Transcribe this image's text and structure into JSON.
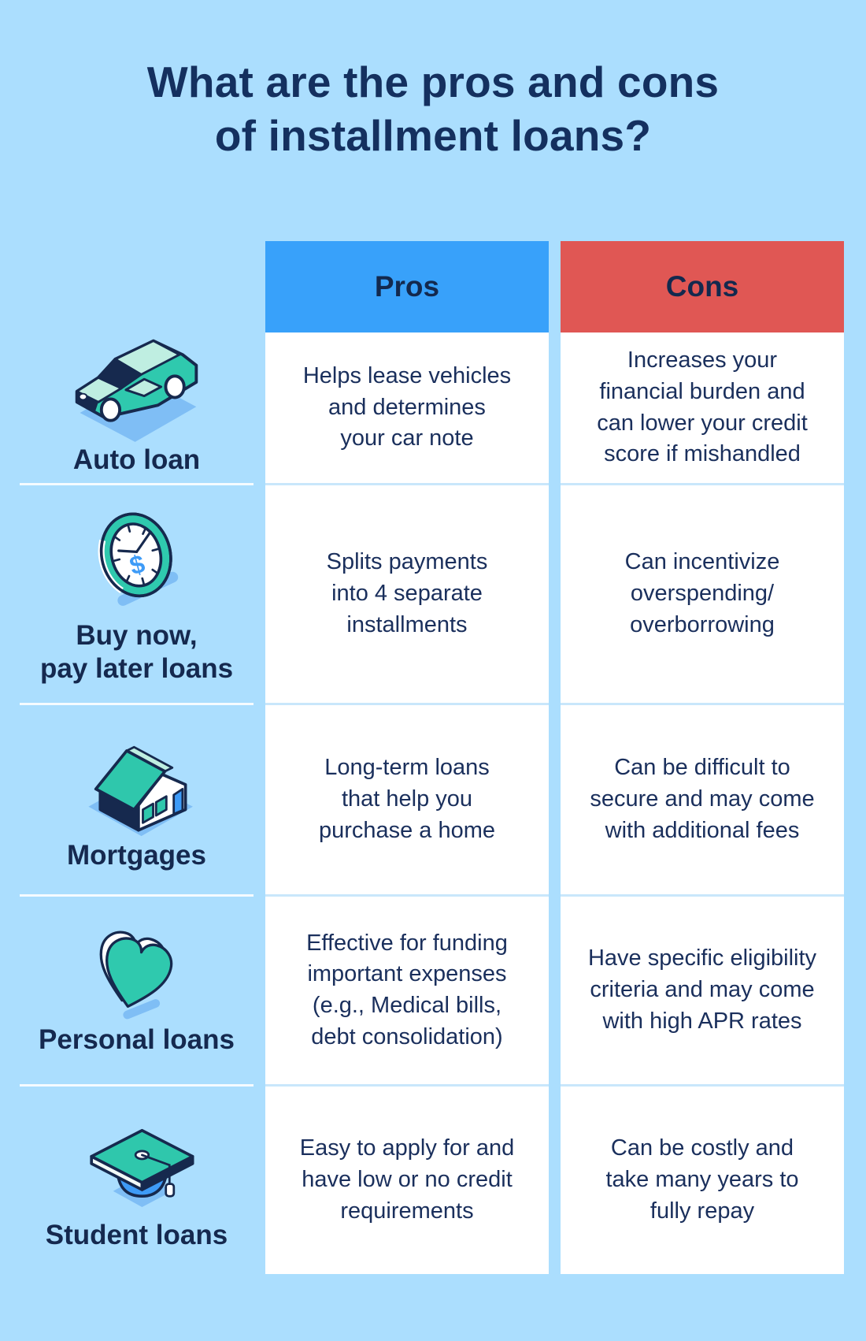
{
  "title": "What are the pros and cons\nof installment loans?",
  "colors": {
    "background": "#ABDEFE",
    "pros_header": "#38A1FA",
    "cons_header": "#E05754",
    "navy_text": "#1A2F5C",
    "teal": "#2FC9AE",
    "mint": "#BFEEE1",
    "accent_blue": "#3E9BF7",
    "shadow_blue": "#7FBEF5",
    "cell_divider": "#C9E7FB"
  },
  "table": {
    "columns": [
      {
        "label": "Pros"
      },
      {
        "label": "Cons"
      }
    ],
    "rows": [
      {
        "label": "Auto loan",
        "icon": "car-icon",
        "pros": "Helps lease vehicles\nand determines\nyour car note",
        "cons": "Increases your\nfinancial burden and\ncan lower your credit\nscore if mishandled"
      },
      {
        "label": "Buy now,\npay later loans",
        "icon": "clock-icon",
        "pros": "Splits payments\ninto 4 separate\ninstallments",
        "cons": "Can incentivize\noverspending/\noverborrowing"
      },
      {
        "label": "Mortgages",
        "icon": "house-icon",
        "pros": "Long-term loans\nthat help you\npurchase a home",
        "cons": "Can be difficult to\nsecure and may come\nwith additional fees"
      },
      {
        "label": "Personal loans",
        "icon": "heart-icon",
        "pros": "Effective for funding\nimportant expenses\n(e.g., Medical bills,\ndebt consolidation)",
        "cons": "Have specific eligibility\ncriteria and may come\nwith high APR rates"
      },
      {
        "label": "Student loans",
        "icon": "graduation-cap-icon",
        "pros": "Easy to apply for and\nhave low or no credit\nrequirements",
        "cons": "Can be costly and\ntake many years to\nfully repay"
      }
    ]
  }
}
